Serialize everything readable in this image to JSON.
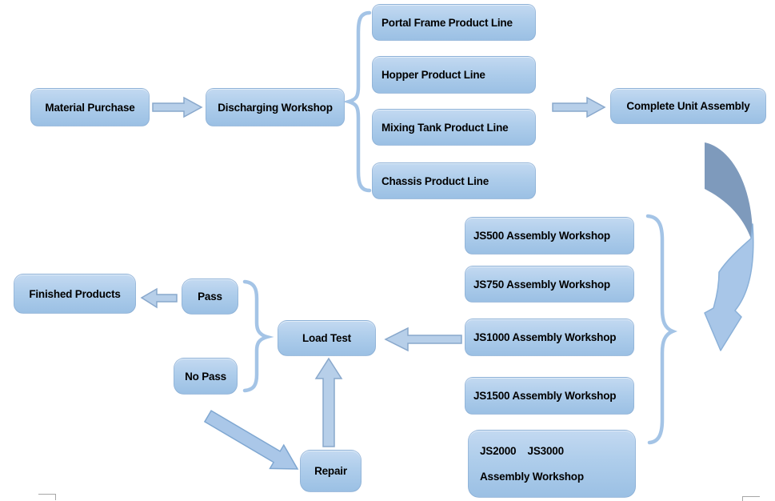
{
  "flowchart": {
    "nodes": {
      "material_purchase": "Material Purchase",
      "discharging_workshop": "Discharging Workshop",
      "portal_frame": "Portal Frame Product Line",
      "hopper": "Hopper Product Line",
      "mixing_tank": "Mixing Tank Product Line",
      "chassis": "Chassis Product Line",
      "complete_unit": "Complete Unit Assembly",
      "js500": "JS500 Assembly Workshop",
      "js750": "JS750 Assembly Workshop",
      "js1000": "JS1000 Assembly Workshop",
      "js1500": "JS1500 Assembly Workshop",
      "js2000_line1": "JS2000    JS3000",
      "js2000_line2": "Assembly Workshop",
      "load_test": "Load Test",
      "pass": "Pass",
      "no_pass": "No Pass",
      "finished_products": "Finished Products",
      "repair": "Repair"
    },
    "shapes": {
      "connectors": [
        "right-arrow",
        "left-arrow",
        "up-arrow",
        "diagonal-arrow",
        "curved-down-arrow",
        "left-brace",
        "right-brace"
      ],
      "corner_marks": [
        "bottom-left-corner-mark",
        "bottom-right-corner-mark"
      ]
    },
    "colors": {
      "node_fill_top": "#c3d9f1",
      "node_fill_bottom": "#9bc0e4",
      "block_arrow_fill": "#b7cfe9",
      "block_arrow_stroke": "#89a8cc",
      "solid_arrow_fill": "#aac7e8",
      "swoosh_dark": "#7e9abc",
      "swoosh_light": "#a8c6e8",
      "brace": "#a4c4e6",
      "corner_mark": "#a6a6a6",
      "text": "#000000",
      "background": "#ffffff"
    }
  }
}
